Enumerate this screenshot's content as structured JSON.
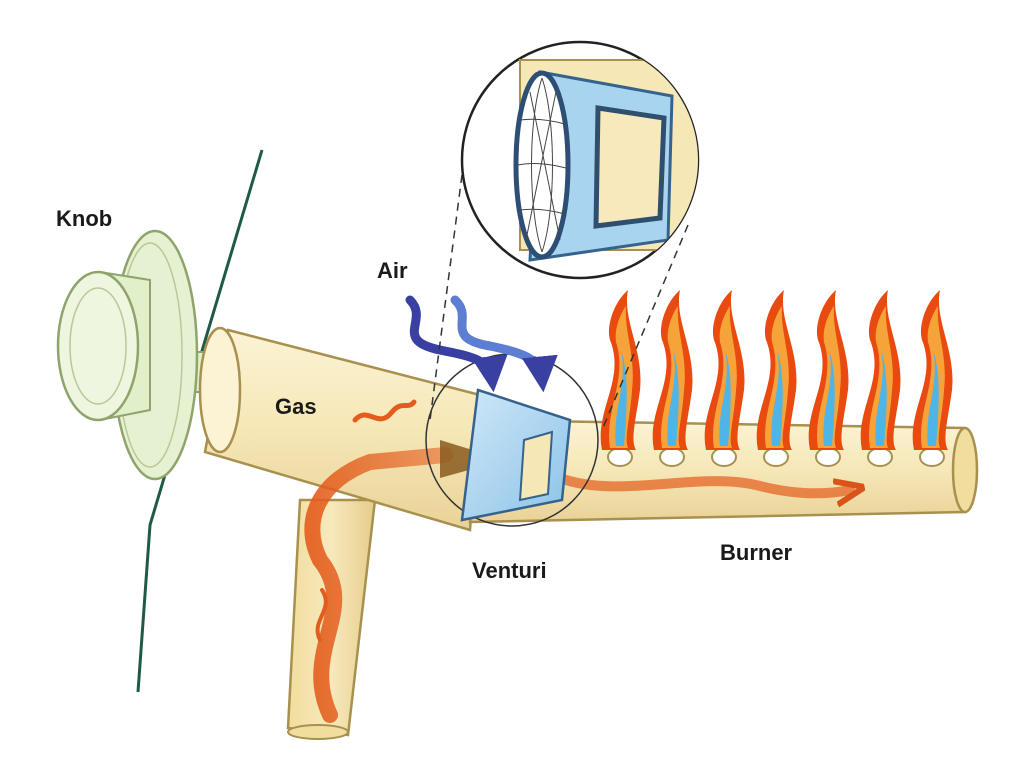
{
  "labels": {
    "knob": "Knob",
    "air": "Air",
    "gas": "Gas",
    "venturi": "Venturi",
    "burner": "Burner"
  },
  "flames": {
    "count": 7
  },
  "colors": {
    "tube_fill": "#f6e7b7",
    "tube_stroke": "#a8904f",
    "knob_fill": "#e2efcb",
    "knob_stroke": "#8ea46c",
    "panel_line": "#1f5a44",
    "venturi_fill": "#a9d4ef",
    "venturi_stroke": "#36628e",
    "air_arrow": "#3a3fa2",
    "gas_flow": "#e45c1d",
    "flame_outer": "#e84a0f",
    "flame_mid": "#f6a43a",
    "flame_inner": "#4fb4e6",
    "label_text": "#1a1a1a"
  }
}
